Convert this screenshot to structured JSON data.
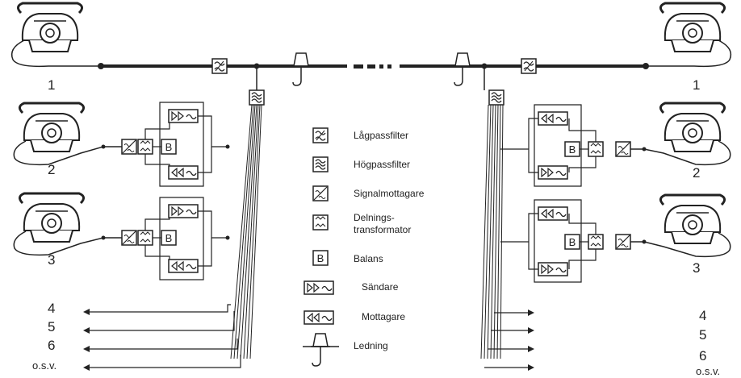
{
  "stations": {
    "left_numbers": [
      "1",
      "2",
      "3",
      "4",
      "5",
      "6"
    ],
    "left_osv": "o.s.v.",
    "right_numbers": [
      "1",
      "2",
      "3",
      "4",
      "5",
      "6"
    ],
    "right_osv": "o.s.v."
  },
  "legend": {
    "lowpass": "Lågpassfilter",
    "highpass": "Högpassfilter",
    "signal_receiver": "Signalmottagare",
    "splitting_transformer_1": "Delnings-",
    "splitting_transformer_2": "transformator",
    "balance": "Balans",
    "transmitter": "Sändare",
    "receiver": "Mottagare",
    "line": "Ledning"
  },
  "box_letters": {
    "balance": "B"
  },
  "colors": {
    "ink": "#222222",
    "background": "#ffffff"
  }
}
